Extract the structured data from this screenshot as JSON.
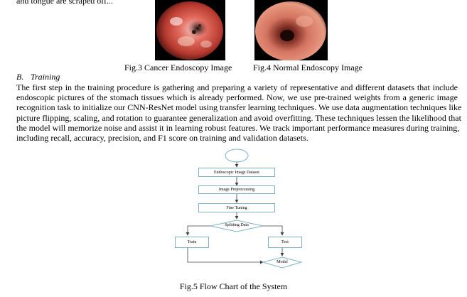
{
  "document": {
    "top_fragment": "and tongue are scraped off...",
    "figures": {
      "fig3_caption": "Fig.3 Cancer Endoscopy Image",
      "fig4_caption": "Fig.4 Normal Endoscopy Image",
      "fig5_caption": "Fig.5 Flow Chart of the System"
    },
    "section": {
      "number": "B.",
      "title": "Training"
    },
    "paragraph_lines": [
      "The first step in the training procedure is gathering and preparing a variety of representative and different datasets that include",
      "endoscopic pictures of the stomach tissues which is already performed. Now, we use pre-trained weights from a generic image",
      "recognition task to initialize our CNN-ResNet model using transfer learning techniques. We use data augmentation techniques like",
      "picture flipping, scaling, and rotation to guarantee generalization and avoid overfitting. These techniques lessen the likelihood that",
      "the model will memorize noise and assist it in learning robust features. We track important performance measures during training,",
      "including recall, accuracy, precision, and F1 score on training and validation datasets."
    ],
    "flowchart": {
      "dataset": "Endoscopic Image Dataset",
      "preprocessing": "Image Preprocessing",
      "finetuning": "Fine Tuning",
      "splitting": "Splitting Data",
      "train": "Train",
      "test": "Test",
      "model": "Model"
    },
    "colors": {
      "flow_stroke": "#7fb2c8",
      "arrow": "#404040"
    }
  }
}
